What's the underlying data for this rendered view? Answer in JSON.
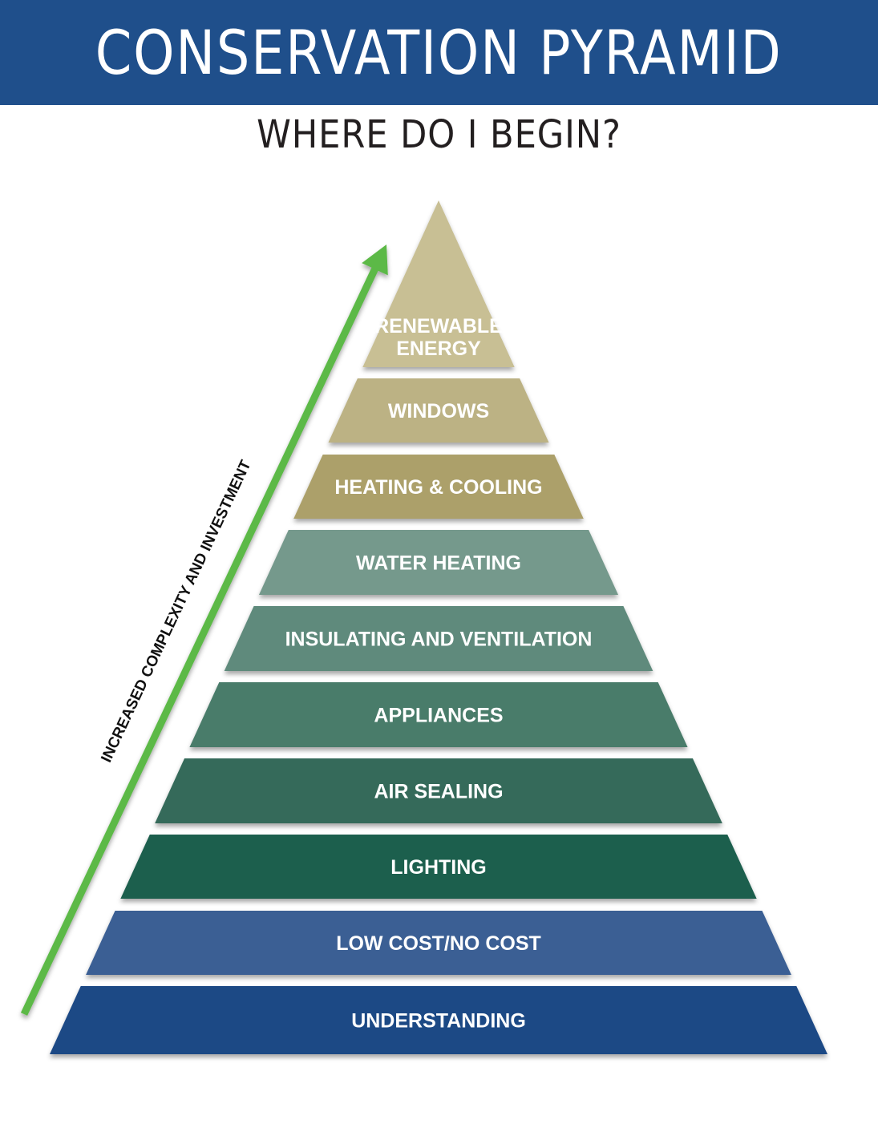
{
  "header": {
    "title": "CONSERVATION PYRAMID",
    "subtitle": "WHERE DO I BEGIN?"
  },
  "axis": {
    "label": "INCREASED COMPLEXITY AND INVESTMENT",
    "arrow_color": "#5cb947"
  },
  "pyramid": {
    "tiers": [
      {
        "lines": [
          "RENEWABLE",
          "ENERGY"
        ],
        "color": "#c8bf94"
      },
      {
        "lines": [
          "WINDOWS"
        ],
        "color": "#bcb284"
      },
      {
        "lines": [
          "HEATING & COOLING"
        ],
        "color": "#aca06a"
      },
      {
        "lines": [
          "WATER HEATING"
        ],
        "color": "#74998c"
      },
      {
        "lines": [
          "INSULATING AND VENTILATION"
        ],
        "color": "#5e8a7b"
      },
      {
        "lines": [
          "APPLIANCES"
        ],
        "color": "#4a7c6b"
      },
      {
        "lines": [
          "AIR SEALING"
        ],
        "color": "#356b5a"
      },
      {
        "lines": [
          "LIGHTING"
        ],
        "color": "#1c5e4e"
      },
      {
        "lines": [
          "LOW COST/NO COST"
        ],
        "color": "#3a5f94"
      },
      {
        "lines": [
          "UNDERSTANDING"
        ],
        "color": "#1f4885"
      }
    ]
  }
}
